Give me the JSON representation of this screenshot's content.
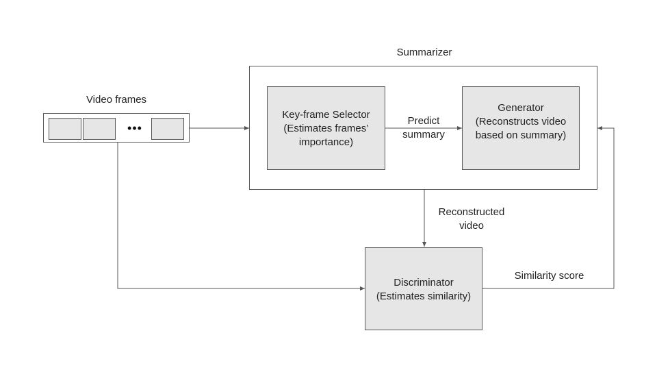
{
  "summarizer": {
    "title": "Summarizer"
  },
  "video_frames": {
    "title": "Video frames",
    "ellipsis": "•••"
  },
  "selector": {
    "line1": "Key-frame Selector",
    "line2": "(Estimates frames’",
    "line3": "importance)"
  },
  "generator": {
    "line1": "Generator",
    "line2": "(Reconstructs video",
    "line3": "based on summary)"
  },
  "discriminator": {
    "line1": "Discriminator",
    "line2": "(Estimates similarity)"
  },
  "edges": {
    "predict": {
      "line1": "Predict",
      "line2": "summary"
    },
    "reconstructed": {
      "line1": "Reconstructed",
      "line2": "video"
    },
    "similarity": "Similarity score"
  },
  "colors": {
    "box_fill": "#e6e6e6",
    "stroke": "#555555",
    "text": "#222222"
  }
}
